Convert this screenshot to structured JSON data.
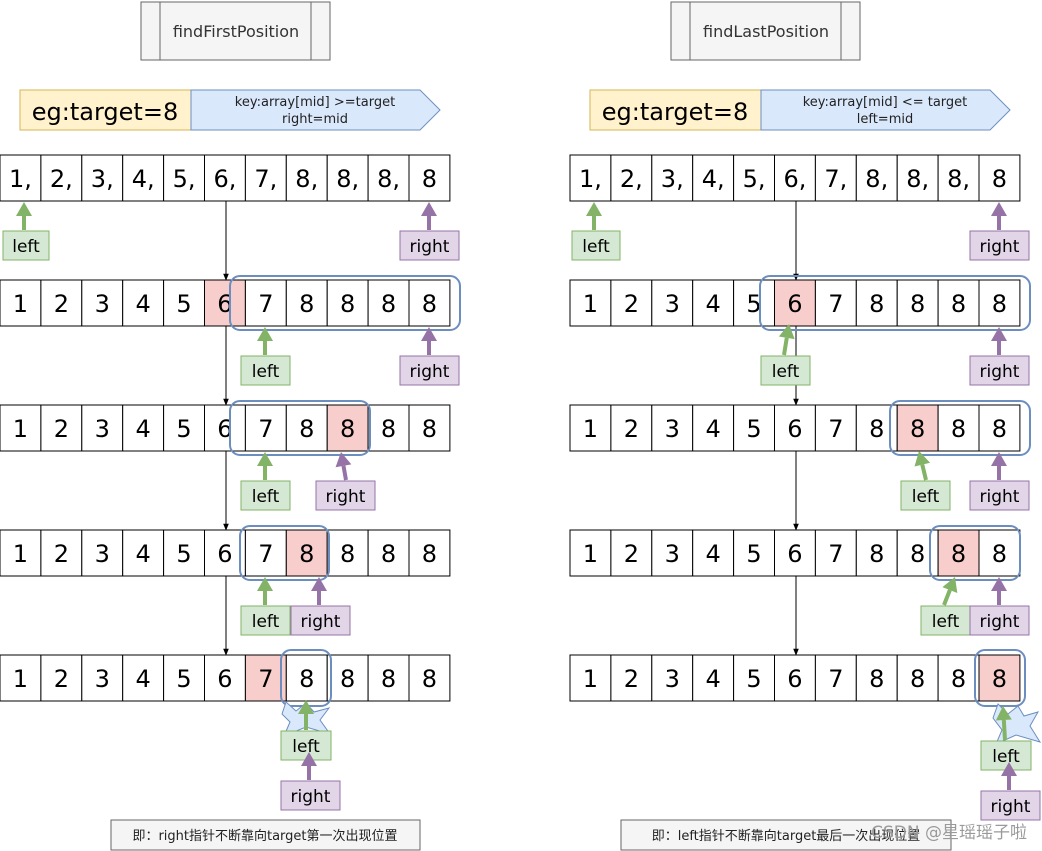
{
  "left": {
    "title": "findFirstPosition",
    "eg": "eg:target=8",
    "key_line1": "key:array[mid] >=target",
    "key_line2": "right=mid",
    "note": "即：right指针不断靠向target第一次出现位置",
    "row0_values": [
      "1,",
      "2,",
      "3,",
      "4,",
      "5,",
      "6,",
      "7,",
      "8,",
      "8,",
      "8,",
      "8"
    ],
    "values": [
      "1",
      "2",
      "3",
      "4",
      "5",
      "6",
      "7",
      "8",
      "8",
      "8",
      "8"
    ]
  },
  "right": {
    "title": "findLastPosition",
    "eg": "eg:target=8",
    "key_line1": "key:array[mid] <= target",
    "key_line2": "left=mid",
    "note": "即：left指针不断靠向target最后一次出现位置",
    "row0_values": [
      "1,",
      "2,",
      "3,",
      "4,",
      "5,",
      "6,",
      "7,",
      "8,",
      "8,",
      "8,",
      "8"
    ],
    "values": [
      "1",
      "2",
      "3",
      "4",
      "5",
      "6",
      "7",
      "8",
      "8",
      "8",
      "8"
    ]
  },
  "labels": {
    "left": "left",
    "right": "right"
  },
  "watermark": "CSDN @星瑶瑶子啦",
  "colors": {
    "mid_highlight": "#f8cecc",
    "left_box": "#d5e8d4",
    "left_border": "#82b366",
    "right_box": "#e1d5e7",
    "right_border": "#9673a6",
    "range_outline": "#6c8ebf",
    "eg_fill": "#fff2cc",
    "eg_border": "#d6b656",
    "key_fill": "#dae8fc",
    "star_fill": "#dae8fc"
  }
}
